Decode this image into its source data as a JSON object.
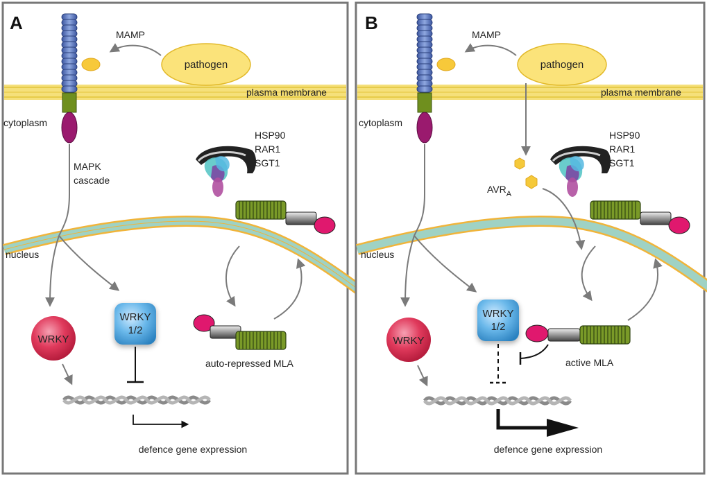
{
  "panels": [
    {
      "letter": "A",
      "labels": {
        "mamp": "MAMP",
        "pathogen": "pathogen",
        "plasma_membrane": "plasma membrane",
        "cytoplasm": "cytoplasm",
        "mapk": "MAPK",
        "cascade": "cascade",
        "hsp90": "HSP90",
        "rar1": "RAR1",
        "sgt1": "SGT1",
        "nucleus": "nucleus",
        "wrky": "WRKY",
        "wrky12_a": "WRKY",
        "wrky12_b": "1/2",
        "mla_state": "auto-repressed MLA",
        "defence": "defence gene expression"
      }
    },
    {
      "letter": "B",
      "labels": {
        "mamp": "MAMP",
        "pathogen": "pathogen",
        "plasma_membrane": "plasma membrane",
        "cytoplasm": "cytoplasm",
        "hsp90": "HSP90",
        "rar1": "RAR1",
        "sgt1": "SGT1",
        "avr": "AVR",
        "avr_sub": "A",
        "nucleus": "nucleus",
        "wrky": "WRKY",
        "wrky12_a": "WRKY",
        "wrky12_b": "1/2",
        "mla_state": "active MLA",
        "defence": "defence gene expression"
      }
    }
  ],
  "colors": {
    "membrane": "#f5e07a",
    "membrane_line": "#e2c43a",
    "nuclear_envelope": "#9fd2c4",
    "nuclear_edge": "#f0b43a",
    "receptor_blue": "#6b86c8",
    "receptor_green": "#6f8f1e",
    "receptor_purple": "#9a1a6e",
    "pathogen_fill": "#fbe37a",
    "wrky_red": "#e03a5c",
    "wrky_blue": "#5ab0e3",
    "mla_green": "#6f8f1e",
    "mla_magenta": "#e0186e",
    "arrow_grey": "#7a7a7a",
    "avr_yellow": "#f5c93a"
  }
}
